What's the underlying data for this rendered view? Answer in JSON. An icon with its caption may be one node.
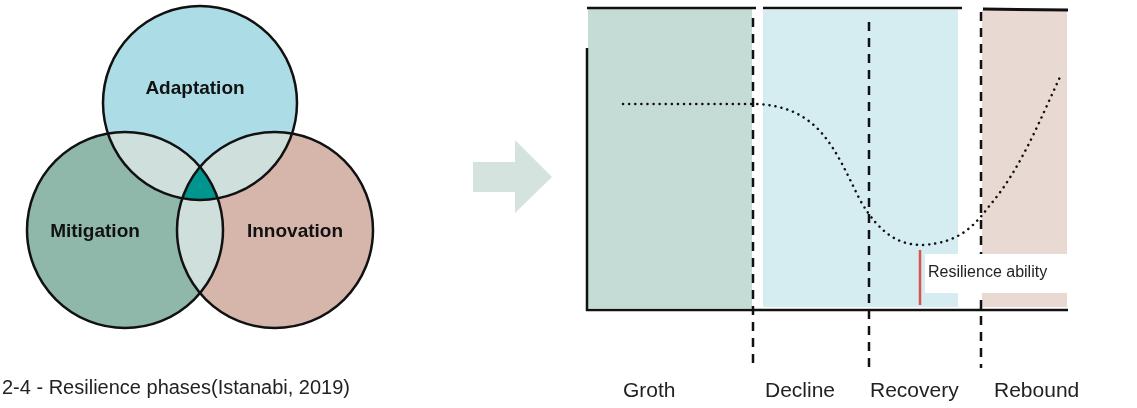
{
  "diagram": {
    "caption": "2-4 - Resilience phases(Istanabi, 2019)",
    "nodes": [
      {
        "text": [
          "Adaptation"
        ]
      },
      {
        "text": [
          "Mitigation"
        ]
      },
      {
        "text": [
          "Innovation"
        ]
      }
    ],
    "labels": [
      "Resilience ability",
      "Groth",
      "Decline",
      "Recovery",
      "Rebound"
    ]
  }
}
